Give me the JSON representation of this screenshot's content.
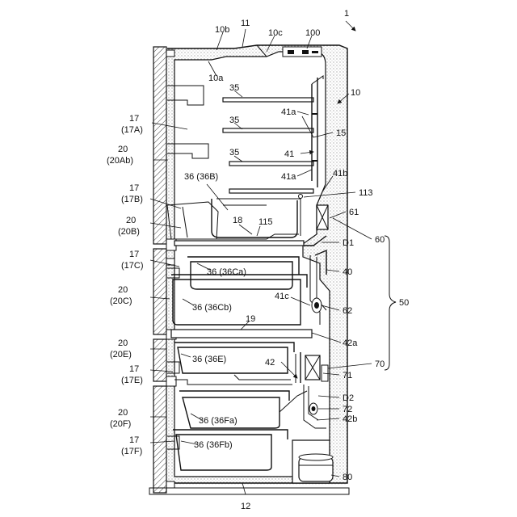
{
  "figure": {
    "labels": {
      "l1": "1",
      "l10": "10",
      "l10a": "10a",
      "l10b": "10b",
      "l10c": "10c",
      "l11": "11",
      "l100": "100",
      "l12": "12",
      "l15": "15",
      "l17": "17",
      "l17A": "(17A)",
      "l17B": "17",
      "l17Bp": "(17B)",
      "l17C": "17",
      "l17Cp": "(17C)",
      "l17E": "17",
      "l17Ep": "(17E)",
      "l17F": "17",
      "l17Fp": "(17F)",
      "l18": "18",
      "l19": "19",
      "l20": "20",
      "l20Ab": "(20Ab)",
      "l20B": "20",
      "l20Bp": "(20B)",
      "l20C": "20",
      "l20Cp": "(20C)",
      "l20E": "20",
      "l20Ep": "(20E)",
      "l20F": "20",
      "l20Fp": "(20F)",
      "l35a": "35",
      "l35b": "35",
      "l35c": "35",
      "l36B": "36 (36B)",
      "l36Ca": "36 (36Ca)",
      "l36Cb": "36 (36Cb)",
      "l36E": "36 (36E)",
      "l36Fa": "36 (36Fa)",
      "l36Fb": "36 (36Fb)",
      "l40": "40",
      "l41": "41",
      "l41a1": "41a",
      "l41a2": "41a",
      "l41b": "41b",
      "l41c": "41c",
      "l42": "42",
      "l42a": "42a",
      "l42b": "42b",
      "l50": "50",
      "l60": "60",
      "l61": "61",
      "l62": "62",
      "l70": "70",
      "l71": "71",
      "l72": "72",
      "l80": "80",
      "l113": "113",
      "l115": "115",
      "lD1": "D1",
      "lD2": "D2"
    }
  }
}
